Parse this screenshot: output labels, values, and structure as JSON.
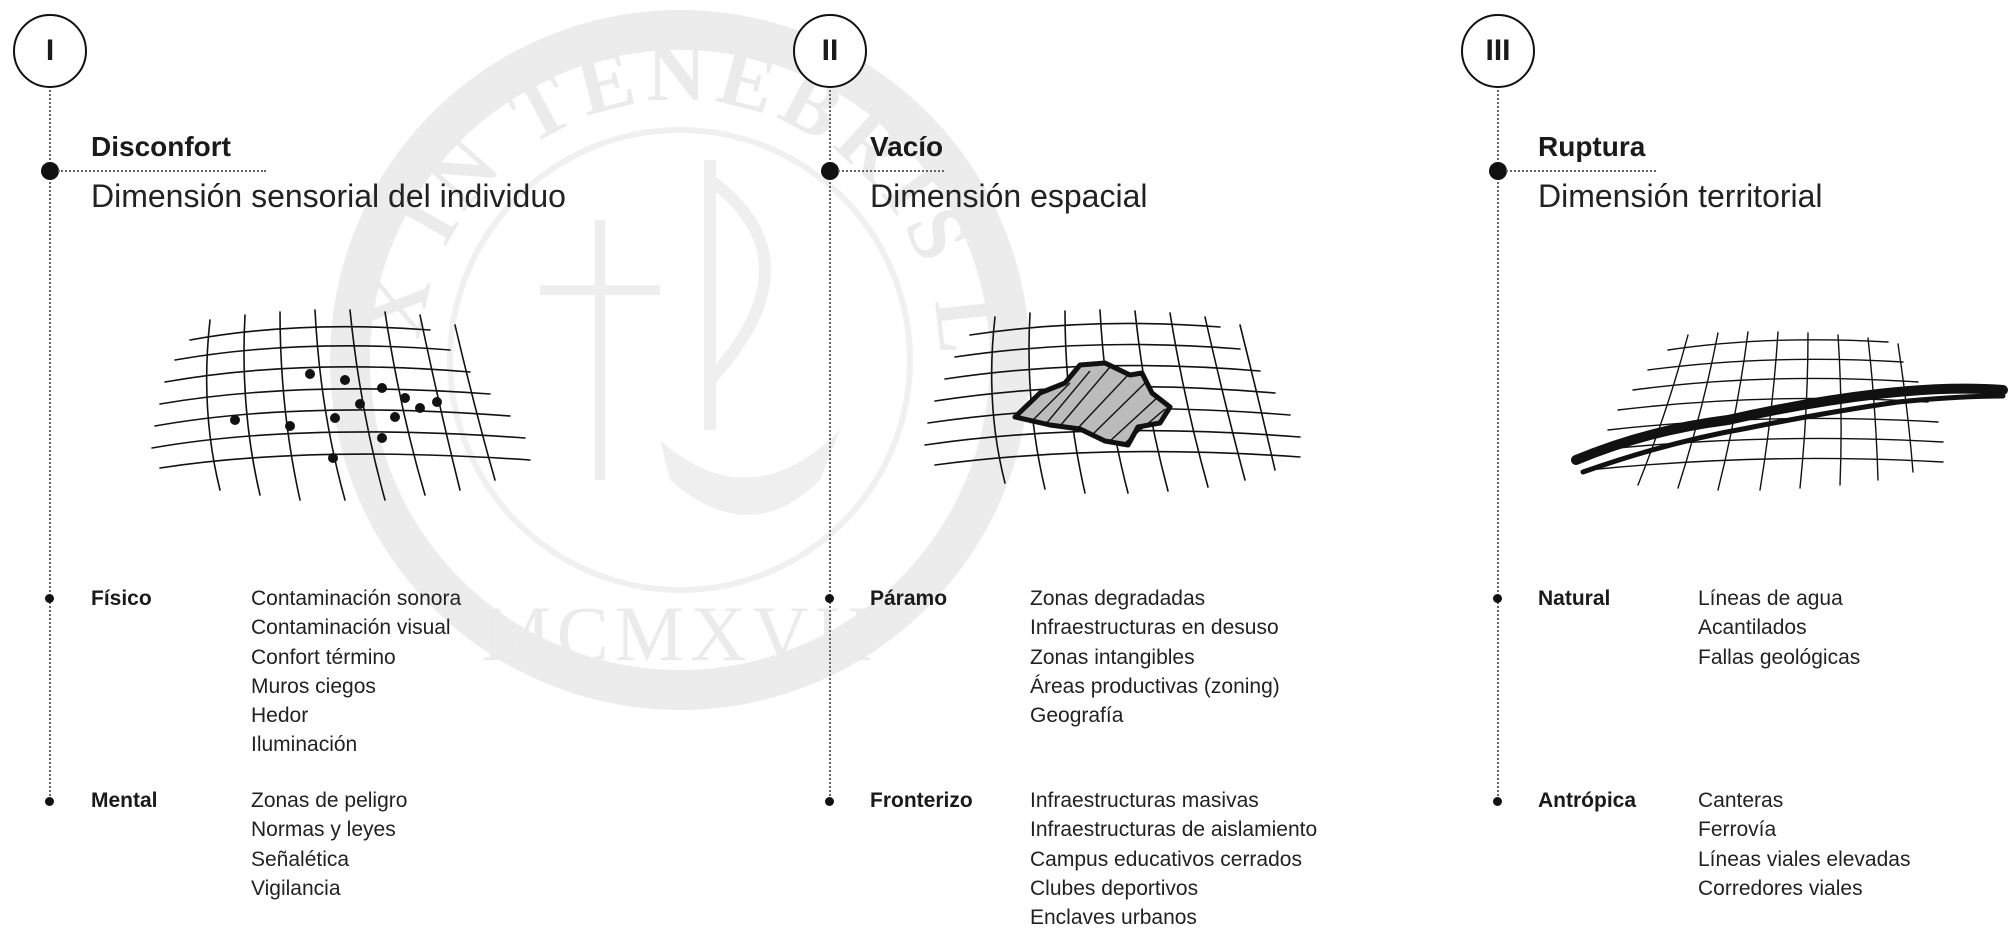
{
  "columns": [
    {
      "numeral": "I",
      "title": "Disconfort",
      "subtitle": "Dimensión sensorial del individuo",
      "categories": [
        {
          "label": "Físico",
          "items": [
            "Contaminación sonora",
            "Contaminación visual",
            "Confort término",
            "Muros ciegos",
            "Hedor",
            "Iluminación"
          ]
        },
        {
          "label": "Mental",
          "items": [
            "Zonas de peligro",
            "Normas y leyes",
            "Señalética",
            "Vigilancia"
          ]
        }
      ]
    },
    {
      "numeral": "II",
      "title": "Vacío",
      "subtitle": "Dimensión espacial",
      "categories": [
        {
          "label": "Páramo",
          "items": [
            "Zonas degradadas",
            "Infraestructuras en desuso",
            "Zonas intangibles",
            "Áreas productivas (zoning)",
            "Geografía"
          ]
        },
        {
          "label": "Fronterizo",
          "items": [
            "Infraestructuras masivas",
            "Infraestructuras de aislamiento",
            "Campus educativos cerrados",
            "Clubes deportivos",
            "Enclaves urbanos"
          ]
        }
      ]
    },
    {
      "numeral": "III",
      "title": "Ruptura",
      "subtitle": "Dimensión territorial",
      "categories": [
        {
          "label": "Natural",
          "items": [
            "Líneas de agua",
            "Acantilados",
            "Fallas geológicas"
          ]
        },
        {
          "label": "Antrópica",
          "items": [
            "Canteras",
            "Ferrovía",
            "Líneas viales elevadas",
            "Corredores viales"
          ]
        }
      ]
    }
  ],
  "watermark": {
    "motto": "ET LUX IN TENEBRIS LUCET",
    "year": "MCMXVII"
  }
}
